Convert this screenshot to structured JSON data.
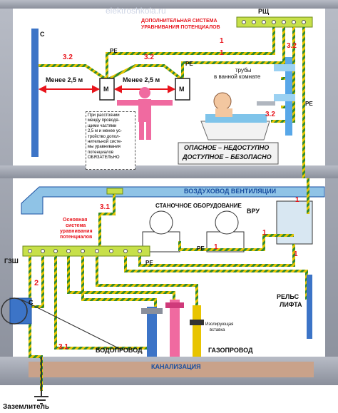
{
  "watermark": "elektroshkola.ru",
  "top_floor": {
    "title_line1": "ДОПОЛНИТЕЛЬНАЯ СИСТЕМА",
    "title_line2": "УРАВНИВАНИЯ ПОТЕНЦИАЛОВ",
    "rsch": "РЩ",
    "c": "С",
    "pe1": "РЕ",
    "pe2": "РЕ",
    "pe3": "РЕ",
    "m": "М",
    "dist1": "Менее 2,5 м",
    "dist2": "Менее 2,5 м",
    "pipes_line1": "трубы",
    "pipes_line2": "в ванной комнате",
    "note": [
      "При расстоянии",
      "между проводя-",
      "щими частями",
      "2,5 м и менее ус-",
      "тройство допол-",
      "нительной систе-",
      "мы уравнивания",
      "потенциалов",
      "ОБЯЗАТЕЛЬНО"
    ],
    "danger": "ОПАСНОЕ – НЕДОСТУПНО",
    "safe": "ДОСТУПНОЕ – БЕЗОПАСНО"
  },
  "bottom_floor": {
    "duct": "ВОЗДУХОВОД ВЕНТИЛЯЦИИ",
    "machines": "СТАНОЧНОЕ ОБОРУДОВАНИЕ",
    "vru": "ВРУ",
    "main_line1": "Основная",
    "main_line2": "система",
    "main_line3": "уравнивания",
    "main_line4": "потенциалов",
    "gzsh": "ГЗШ",
    "pe1": "РЕ",
    "pe2": "РЕ",
    "c": "С",
    "rail_line1": "РЕЛЬС",
    "rail_line2": "ЛИФТА",
    "insert_line1": "Изолирующая",
    "insert_line2": "вставка",
    "water": "ВОДОПРОВОД",
    "gas": "ГАЗОПРОВОД",
    "sewer": "КАНАЛИЗАЦИЯ",
    "grounding": "Заземлитель"
  },
  "labels": {
    "n1": "1",
    "n2": "1",
    "n3": "1",
    "n4": "1",
    "n5": "1",
    "n6": "1",
    "n32a": "3.2",
    "n32b": "3.2",
    "n32c": "3.2",
    "n32d": "3.2",
    "n31a": "3.1",
    "n31b": "3.1",
    "n2a": "2"
  },
  "colors": {
    "red": "#e8141c",
    "blue": "#1a4fa0",
    "wall": "#9aa0ad",
    "duct": "#8fc3e6",
    "body": "#f06aa0"
  }
}
